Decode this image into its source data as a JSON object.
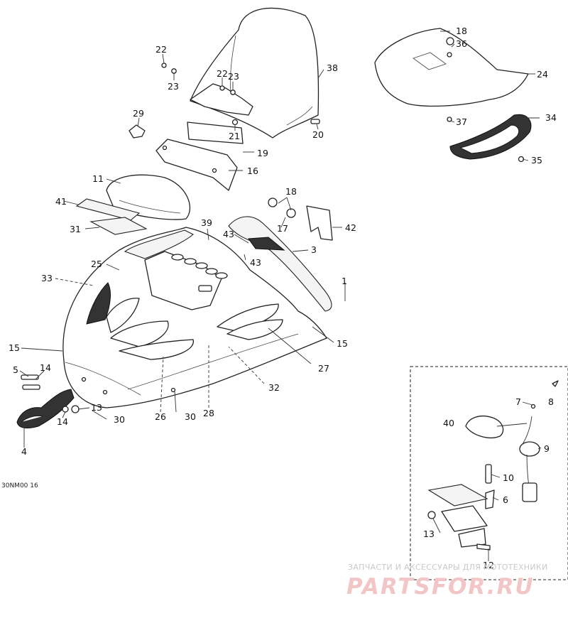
{
  "diagram": {
    "callouts": [
      "1",
      "3",
      "4",
      "5",
      "6",
      "7",
      "8",
      "9",
      "10",
      "11",
      "12",
      "13",
      "13",
      "14",
      "14",
      "15",
      "15",
      "16",
      "17",
      "18",
      "18",
      "19",
      "20",
      "21",
      "22",
      "22",
      "23",
      "23",
      "24",
      "25",
      "26",
      "27",
      "28",
      "29",
      "30",
      "30",
      "31",
      "32",
      "33",
      "34",
      "35",
      "36",
      "37",
      "38",
      "39",
      "40",
      "41",
      "42",
      "43",
      "43"
    ],
    "drawing_code": "30NM00 16"
  },
  "watermark": {
    "tagline": "ЗАПЧАСТИ И АКСЕССУАРЫ ДЛЯ МОТОТЕХНИКИ",
    "logo": "PARTSFOR.RU"
  },
  "colors": {
    "line": "#222222",
    "watermark_logo": "#f2c6c6",
    "watermark_text": "#c9c9c9"
  }
}
